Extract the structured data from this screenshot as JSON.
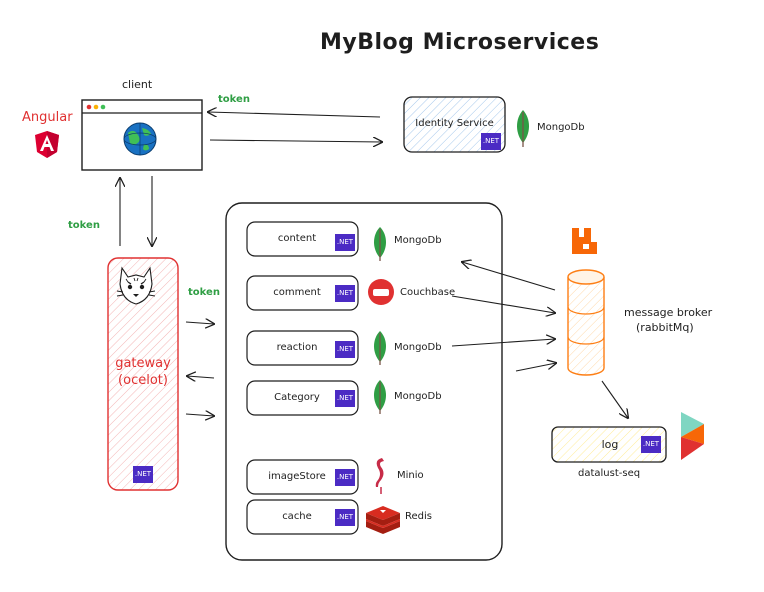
{
  "title": "MyBlog Microservices",
  "client": {
    "label": "client",
    "framework": "Angular"
  },
  "identity": {
    "label": "Identity Service",
    "db": "MongoDb"
  },
  "gateway": {
    "label_line1": "gateway",
    "label_line2": "(ocelot)"
  },
  "tokens": {
    "identity_to_client": "token",
    "client_to_gateway": "token",
    "gateway_to_services": "token"
  },
  "net_badge": ".NET",
  "services": [
    {
      "name": "content",
      "db": "MongoDb",
      "db_icon": "mongodb-leaf-icon"
    },
    {
      "name": "comment",
      "db": "Couchbase",
      "db_icon": "couchbase-icon"
    },
    {
      "name": "reaction",
      "db": "MongoDb",
      "db_icon": "mongodb-leaf-icon"
    },
    {
      "name": "Category",
      "db": "MongoDb",
      "db_icon": "mongodb-leaf-icon"
    },
    {
      "name": "imageStore",
      "db": "Minio",
      "db_icon": "minio-flamingo-icon"
    },
    {
      "name": "cache",
      "db": "Redis",
      "db_icon": "redis-icon"
    }
  ],
  "broker": {
    "label_line1": "message broker",
    "label_line2": "(rabbitMq)"
  },
  "log": {
    "label": "log",
    "caption": "datalust-seq"
  },
  "colors": {
    "mongo": "#2f9e44",
    "angular": "#e03131",
    "couchbase": "#e03131",
    "rabbit": "#f76707",
    "net": "#4b2bc4",
    "identity_fill": "#e7f1fb",
    "gateway_stroke": "#e03131",
    "broker_stroke": "#fd7e14",
    "log_fill": "#fff9db"
  }
}
